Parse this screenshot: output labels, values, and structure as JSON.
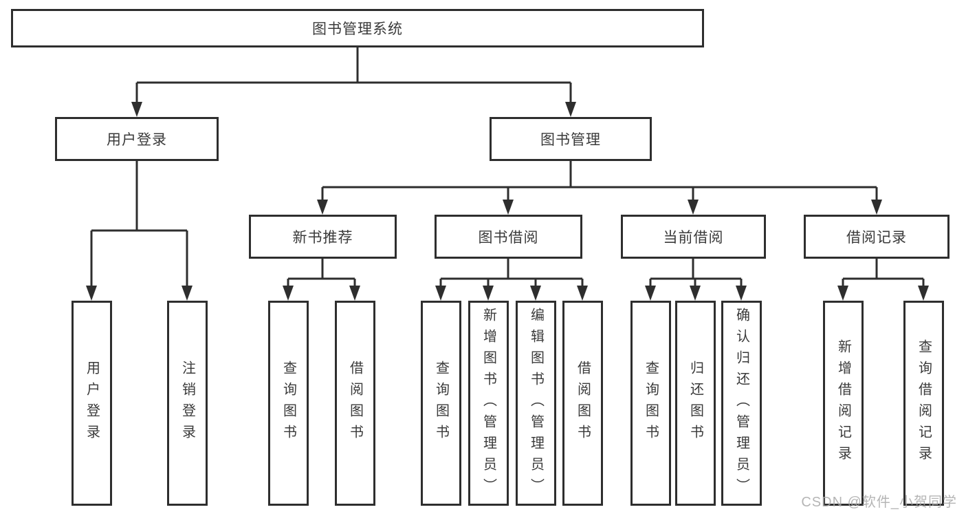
{
  "colors": {
    "line": "#2e2e2e",
    "text": "#3a3a3a",
    "watermark": "#a9a9a9"
  },
  "tree": {
    "root": {
      "label": "图书管理系统"
    },
    "branches": [
      {
        "label": "用户登录",
        "children": [
          {
            "label": "用户登录"
          },
          {
            "label": "注销登录"
          }
        ]
      },
      {
        "label": "图书管理",
        "children": [
          {
            "label": "新书推荐",
            "children": [
              {
                "label": "查询图书"
              },
              {
                "label": "借阅图书"
              }
            ]
          },
          {
            "label": "图书借阅",
            "children": [
              {
                "label": "查询图书"
              },
              {
                "label": "新增图书（管理员）"
              },
              {
                "label": "编辑图书（管理员）"
              },
              {
                "label": "借阅图书"
              }
            ]
          },
          {
            "label": "当前借阅",
            "children": [
              {
                "label": "查询图书"
              },
              {
                "label": "归还图书"
              },
              {
                "label": "确认归还（管理员）"
              }
            ]
          },
          {
            "label": "借阅记录",
            "children": [
              {
                "label": "新增借阅记录"
              },
              {
                "label": "查询借阅记录"
              }
            ]
          }
        ]
      }
    ]
  },
  "watermark": {
    "text": "CSDN @软件_小贺同学"
  }
}
